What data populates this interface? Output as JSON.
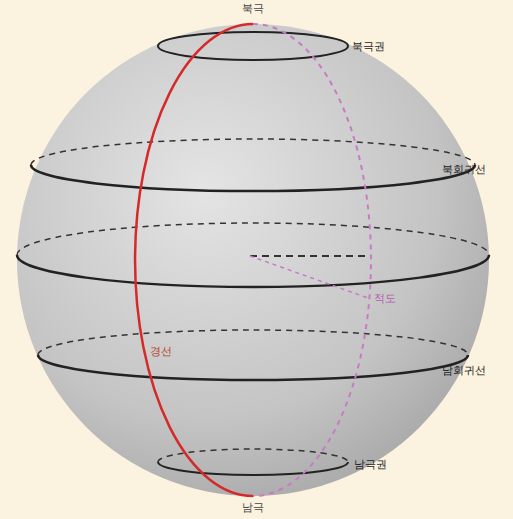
{
  "diagram": {
    "labels": [
      "북극",
      "북극권",
      "북회귀선",
      "적도",
      "남회귀선",
      "남극권",
      "남극",
      "경선"
    ]
  }
}
